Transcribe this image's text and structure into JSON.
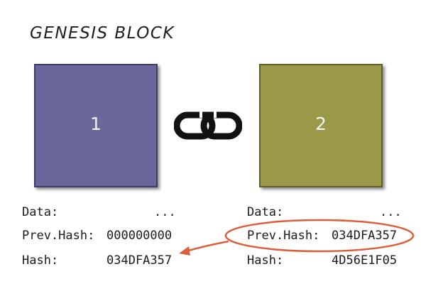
{
  "title": "GENESIS BLOCK",
  "blocks": [
    {
      "number": "1",
      "color": "#6c679a",
      "fields": {
        "data_label": "Data:",
        "data_value": "...",
        "prev_label": "Prev.Hash:",
        "prev_value": "000000000",
        "hash_label": "Hash:",
        "hash_value": "034DFA357"
      }
    },
    {
      "number": "2",
      "color": "#9a9849",
      "fields": {
        "data_label": "Data:",
        "data_value": "...",
        "prev_label": "Prev.Hash:",
        "prev_value": "034DFA357",
        "hash_label": "Hash:",
        "hash_value": "4D56E1F05"
      }
    }
  ],
  "link_icon": "chain-link-icon",
  "highlight_color": "#d9603b"
}
